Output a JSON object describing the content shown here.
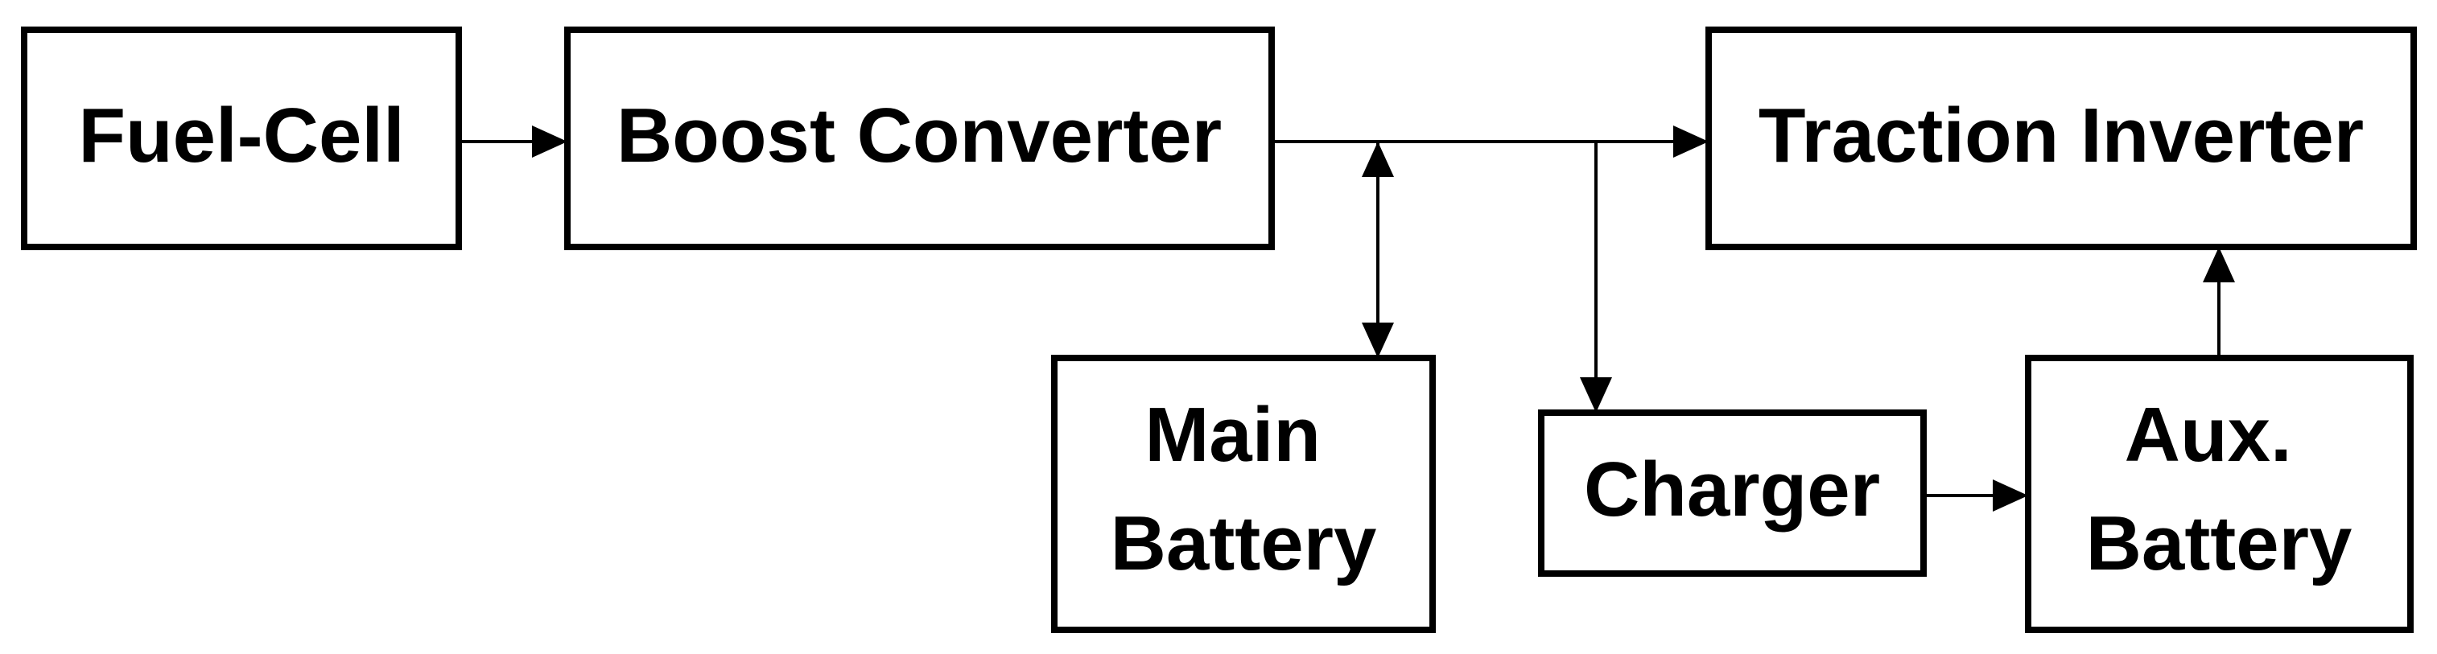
{
  "blocks": {
    "fuel_cell": {
      "lines": [
        "Fuel-Cell"
      ]
    },
    "boost_converter": {
      "lines": [
        "Boost Converter"
      ]
    },
    "traction_inverter": {
      "lines": [
        "Traction Inverter"
      ]
    },
    "main_battery": {
      "lines": [
        "Main",
        "Battery"
      ]
    },
    "charger": {
      "lines": [
        "Charger"
      ]
    },
    "aux_battery": {
      "lines": [
        "Aux.",
        "Battery"
      ]
    }
  },
  "colors": {
    "stroke": "#000000",
    "background": "#ffffff"
  }
}
